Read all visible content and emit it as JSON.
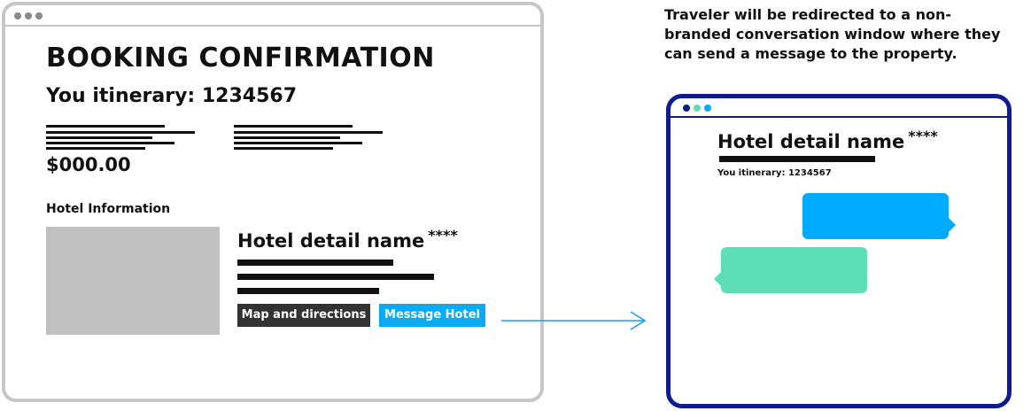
{
  "booking_page": {
    "title": "BOOKING CONFIRMATION",
    "itinerary": "You itinerary: 1234567",
    "price": "$000.00",
    "hotel_info_label": "Hotel Information",
    "hotel_name": "Hotel detail name",
    "stars": "****",
    "buttons": {
      "map": "Map and directions",
      "message": "Message Hotel"
    }
  },
  "conversation_window": {
    "hotel_name": "Hotel detail name",
    "stars": "****",
    "itinerary": "You itinerary: 1234567",
    "titlebar_dot_colors": [
      "#0e1c8f",
      "#5ddeb6",
      "#00aaff"
    ],
    "bubble_colors": {
      "outgoing": "#00aaff",
      "incoming": "#5ddeb6"
    }
  },
  "caption": {
    "line1": "Traveler will be redirected to a non-",
    "line2": "branded conversation window where they",
    "line3": "can send a message to the property."
  },
  "colors": {
    "left_window_border": "#c7c7c7",
    "right_window_border": "#0e1c8f",
    "message_button": "#0aabf5",
    "map_button": "#333333",
    "arrow": "#1a9ee8"
  }
}
